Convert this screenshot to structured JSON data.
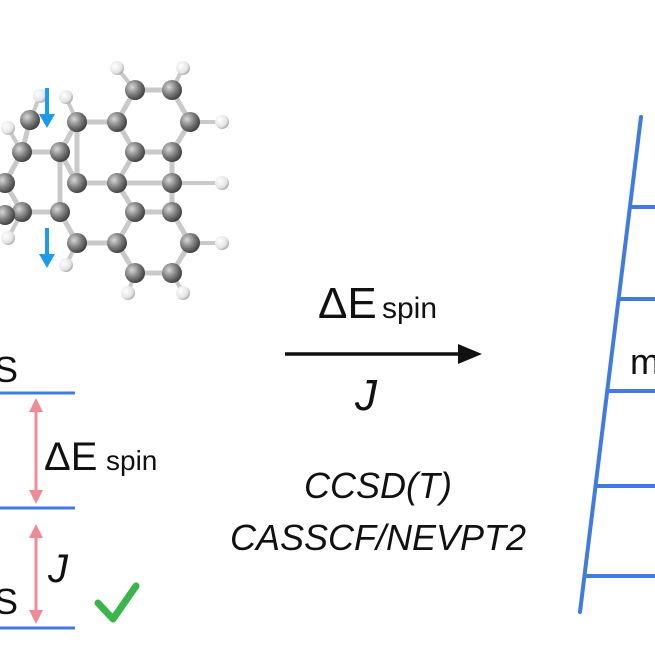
{
  "arrow": {
    "top_symbol": "ΔE",
    "top_subscript": "spin",
    "bottom_label": "J"
  },
  "methods": {
    "line1": "CCSD(T)",
    "line2": "CASSCF/NEVPT2"
  },
  "levels": {
    "state_upper": "S",
    "state_lower": "S",
    "gap_symbol": "ΔE",
    "gap_subscript": "spin",
    "coupling": "J"
  },
  "ladder": {
    "rung_label": "m"
  },
  "colors": {
    "ladder_blue": "#3f7be3",
    "level_blue": "#3f7be3",
    "spin_arrow_blue": "#1e9be8",
    "gap_arrow_pink": "#f08a94",
    "check_green": "#3bb54a",
    "carbon": "#7c7c7c",
    "hydrogen": "#e8e8e8"
  },
  "icons": {
    "spin_down": "down-arrow-icon",
    "check": "checkmark-icon",
    "molecule": "molecule-icon"
  }
}
